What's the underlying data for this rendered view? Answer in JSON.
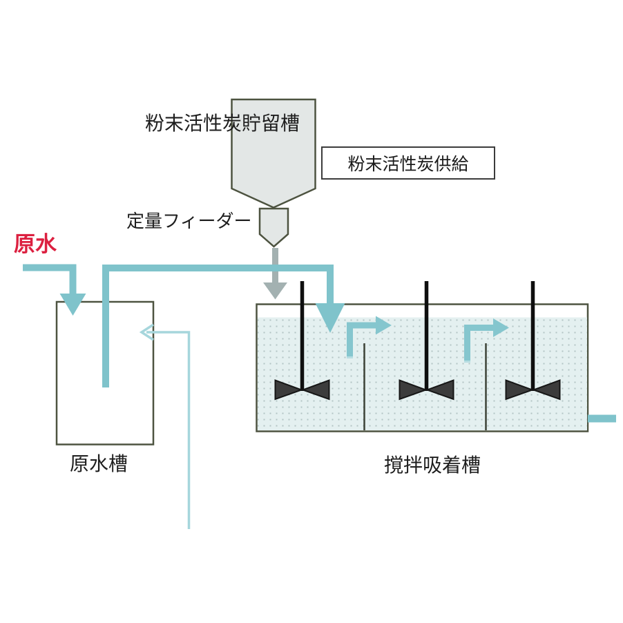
{
  "figure": {
    "type": "process-flow-diagram",
    "labels": {
      "storage_tank": "粉末活性炭貯留槽",
      "supply": "粉末活性炭供給",
      "feeder": "定量フィーダー",
      "raw_water": "原水",
      "raw_water_tank": "原水槽",
      "mixing_adsorption_tank": "撹拌吸着槽"
    },
    "colors": {
      "pipe_teal": "#7fc3cb",
      "elbow_teal": "#85c6ce",
      "return_line_teal": "#a6d6dc",
      "powder_gray": "#a3b1b1",
      "water_fill": "#e4f0f0",
      "water_dot": "#b2c4c4",
      "vessel_fill": "#e3e7e6",
      "vessel_outline": "#4d5340",
      "raw_water_red": "#dc2040",
      "text": "#1e1e1e"
    }
  }
}
